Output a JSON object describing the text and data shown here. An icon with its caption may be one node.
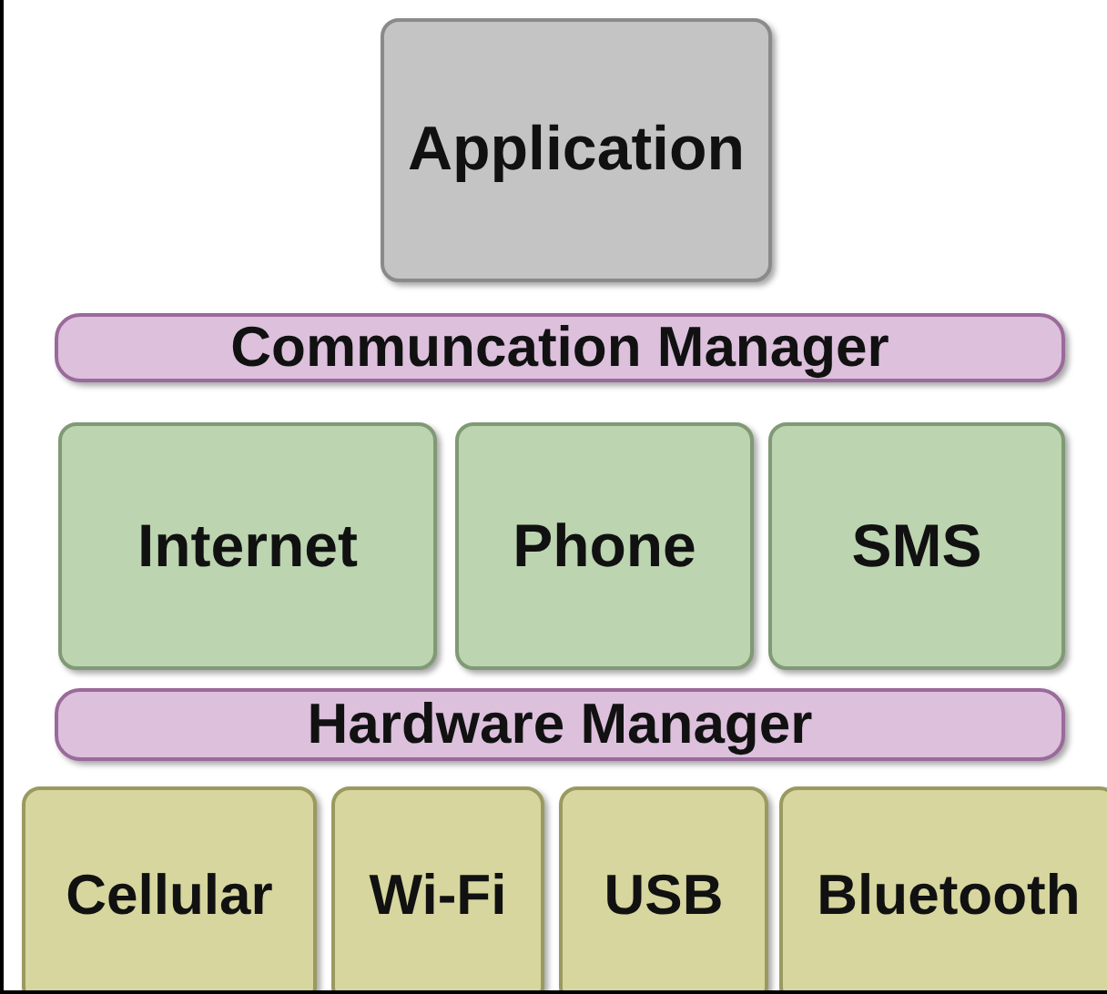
{
  "diagram": {
    "nodes": [
      {
        "text": [
          "Application"
        ]
      },
      {
        "text": [
          "Communcation Manager"
        ]
      },
      {
        "text": [
          "Internet"
        ]
      },
      {
        "text": [
          "Phone"
        ]
      },
      {
        "text": [
          "SMS"
        ]
      },
      {
        "text": [
          "Hardware Manager"
        ]
      },
      {
        "text": [
          "Cellular"
        ]
      },
      {
        "text": [
          "Wi-Fi"
        ]
      },
      {
        "text": [
          "USB"
        ]
      },
      {
        "text": [
          "Bluetooth"
        ]
      }
    ]
  }
}
